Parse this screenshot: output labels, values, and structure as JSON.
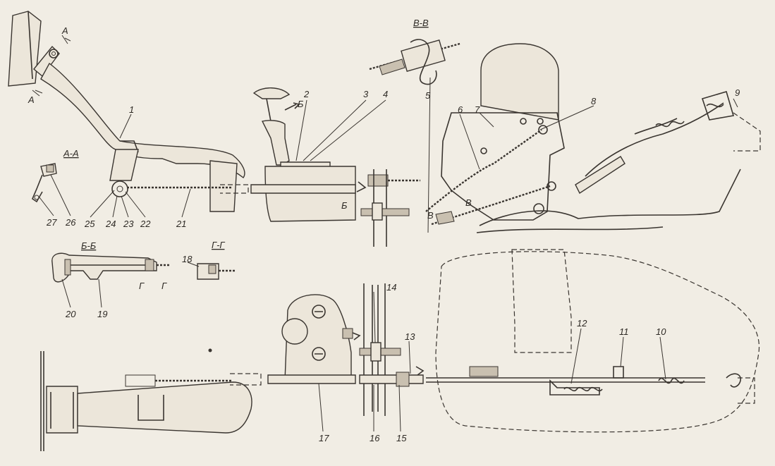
{
  "figure": {
    "section_labels": {
      "aa": "А-А",
      "bb": "Б-Б",
      "vv": "В-В",
      "gg": "Г-Г"
    },
    "cut_letters": {
      "a_top": "А",
      "a_bottom": "А",
      "b_top": "Б",
      "b_bottom": "Б",
      "v_left": "В",
      "v_right": "В",
      "g_left": "Г",
      "g_right": "Г"
    },
    "callouts": {
      "n1": "1",
      "n2": "2",
      "n3": "3",
      "n4": "4",
      "n5": "5",
      "n6": "6",
      "n7": "7",
      "n8": "8",
      "n9": "9",
      "n10": "10",
      "n11": "11",
      "n12": "12",
      "n13": "13",
      "n14": "14",
      "n15": "15",
      "n16": "16",
      "n17": "17",
      "n18": "18",
      "n19": "19",
      "n20": "20",
      "n21": "21",
      "n22": "22",
      "n23": "23",
      "n24": "24",
      "n25": "25",
      "n26": "26",
      "n27": "27"
    }
  },
  "colors": {
    "paper": "#f1ede4",
    "ink": "#3a3530"
  }
}
